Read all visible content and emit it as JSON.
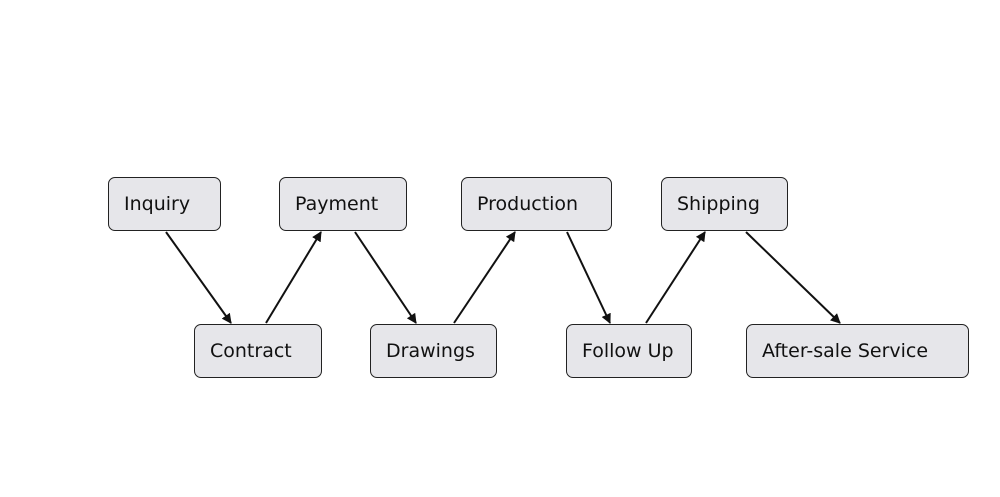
{
  "diagram": {
    "nodes": [
      {
        "id": "inquiry",
        "label": "Inquiry"
      },
      {
        "id": "contract",
        "label": "Contract"
      },
      {
        "id": "payment",
        "label": "Payment"
      },
      {
        "id": "drawings",
        "label": "Drawings"
      },
      {
        "id": "production",
        "label": "Production"
      },
      {
        "id": "followup",
        "label": "Follow Up"
      },
      {
        "id": "shipping",
        "label": "Shipping"
      },
      {
        "id": "aftersale",
        "label": "After-sale Service"
      }
    ],
    "edges": [
      {
        "from": "inquiry",
        "to": "contract"
      },
      {
        "from": "contract",
        "to": "payment"
      },
      {
        "from": "payment",
        "to": "drawings"
      },
      {
        "from": "drawings",
        "to": "production"
      },
      {
        "from": "production",
        "to": "followup"
      },
      {
        "from": "followup",
        "to": "shipping"
      },
      {
        "from": "shipping",
        "to": "aftersale"
      }
    ],
    "colors": {
      "node_fill": "#e6e6ea",
      "node_border": "#222222",
      "arrow": "#111111",
      "background": "#ffffff"
    }
  }
}
